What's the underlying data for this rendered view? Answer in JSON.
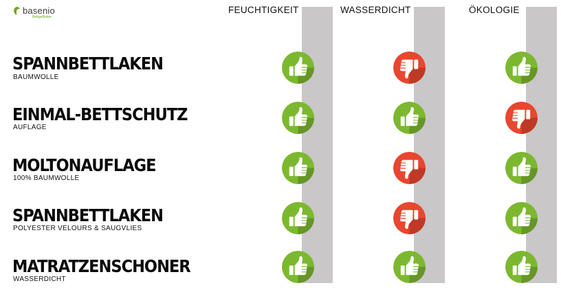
{
  "brand": {
    "name": "basenio",
    "tagline": "Bettgeflüster",
    "accent_color": "#6aaa1f"
  },
  "columns": [
    {
      "label": "FEUCHTIGKEIT"
    },
    {
      "label": "WASSERDICHT"
    },
    {
      "label": "ÖKOLOGIE"
    }
  ],
  "rows": [
    {
      "title": "SPANNBETTLAKEN",
      "subtitle": "BAUMWOLLE",
      "ratings": [
        "thumbs-up",
        "thumbs-down",
        "thumbs-up"
      ]
    },
    {
      "title": "EINMAL-BETTSCHUTZ",
      "subtitle": "AUFLAGE",
      "ratings": [
        "thumbs-up",
        "thumbs-up",
        "thumbs-down"
      ]
    },
    {
      "title": "MOLTONAUFLAGE",
      "subtitle": "100% BAUMWOLLE",
      "ratings": [
        "thumbs-up",
        "thumbs-down",
        "thumbs-up"
      ]
    },
    {
      "title": "SPANNBETTLAKEN",
      "subtitle": "POLYESTER VELOURS & SAUGVLIES",
      "ratings": [
        "thumbs-up",
        "thumbs-down",
        "thumbs-up"
      ]
    },
    {
      "title": "MATRATZENSCHONER",
      "subtitle": "WASSERDICHT",
      "ratings": [
        "thumbs-up",
        "thumbs-up",
        "thumbs-up"
      ]
    }
  ],
  "icons": {
    "thumbs-up": {
      "name": "thumbs-up-icon",
      "color": "#7cb82f"
    },
    "thumbs-down": {
      "name": "thumbs-down-icon",
      "color": "#e8462f"
    }
  }
}
